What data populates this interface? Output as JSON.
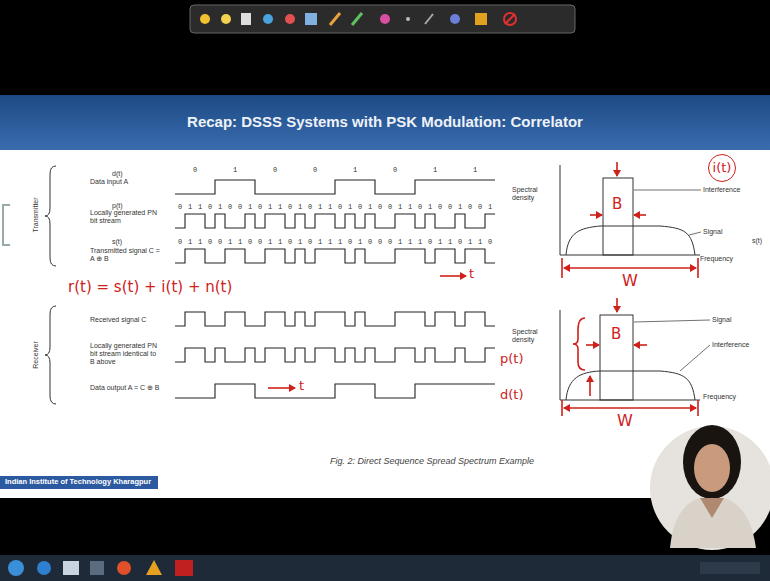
{
  "diagram": {
    "title": "Recap: DSSS Systems with PSK Modulation: Correlator",
    "caption": "Fig. 2: Direct Sequence Spread Spectrum Example",
    "nodes": [
      {
        "text": [
          "Indian Institute of Technology Kharagpur"
        ]
      },
      {
        "text": [
          "i(t)"
        ]
      }
    ],
    "labels": [
      "Transmitter",
      "d(t)",
      "Data input A",
      "p(t)",
      "Locally generated PN bit stream",
      "s(t)",
      "Transmitted signal C = A ⊕ B",
      "0 1 0 0 1 0 1 1",
      "01101001011010110101001101001001",
      "01100110011010111010001110110110",
      "Receiver",
      "Received signal C",
      "Locally generated PN bit stream identical to B above",
      "Data output A = C ⊕ B",
      "Spectral density",
      "Interference",
      "Signal",
      "s(t)",
      "Frequency",
      "Spectral density",
      "Signal",
      "Interference",
      "Frequency",
      "B",
      "W",
      "B",
      "W",
      "r(t) = s(t) + i(t) + n(t)",
      "t",
      "p(t)",
      "d(t)",
      "t"
    ]
  }
}
